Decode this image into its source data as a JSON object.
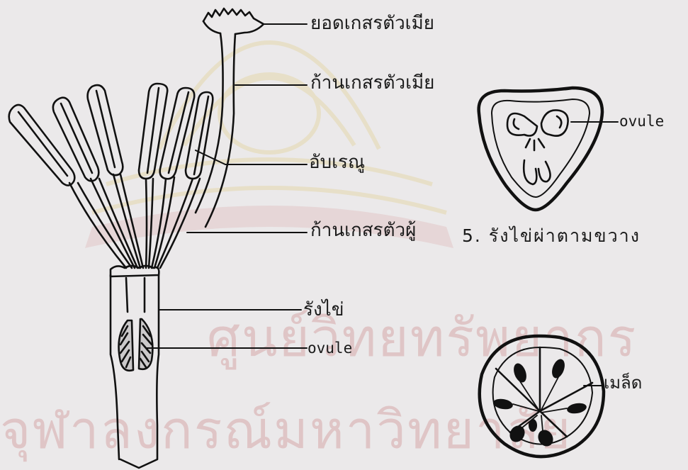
{
  "labels": {
    "stigma": "ยอดเกสรตัวเมีย",
    "style": "ก้านเกสรตัวเมีย",
    "anther": "อับเรณู",
    "filament": "ก้านเกสรตัวผู้",
    "ovary": "รังไข่",
    "ovule_left": "ovule",
    "ovule_right": "ovule",
    "cross_section_caption": "5.  รังไข่ผ่าตามขวาง",
    "seed": "เมล็ด"
  },
  "watermark": {
    "line1": "ศูนย์วิทยทรัพยากร",
    "line2": "จุฬาลงกรณ์มหาวิทยาลัย"
  },
  "colors": {
    "background": "#ebe9ea",
    "ink": "#111111",
    "watermark": "#d6a9aa",
    "crest": "#e8d79a"
  }
}
